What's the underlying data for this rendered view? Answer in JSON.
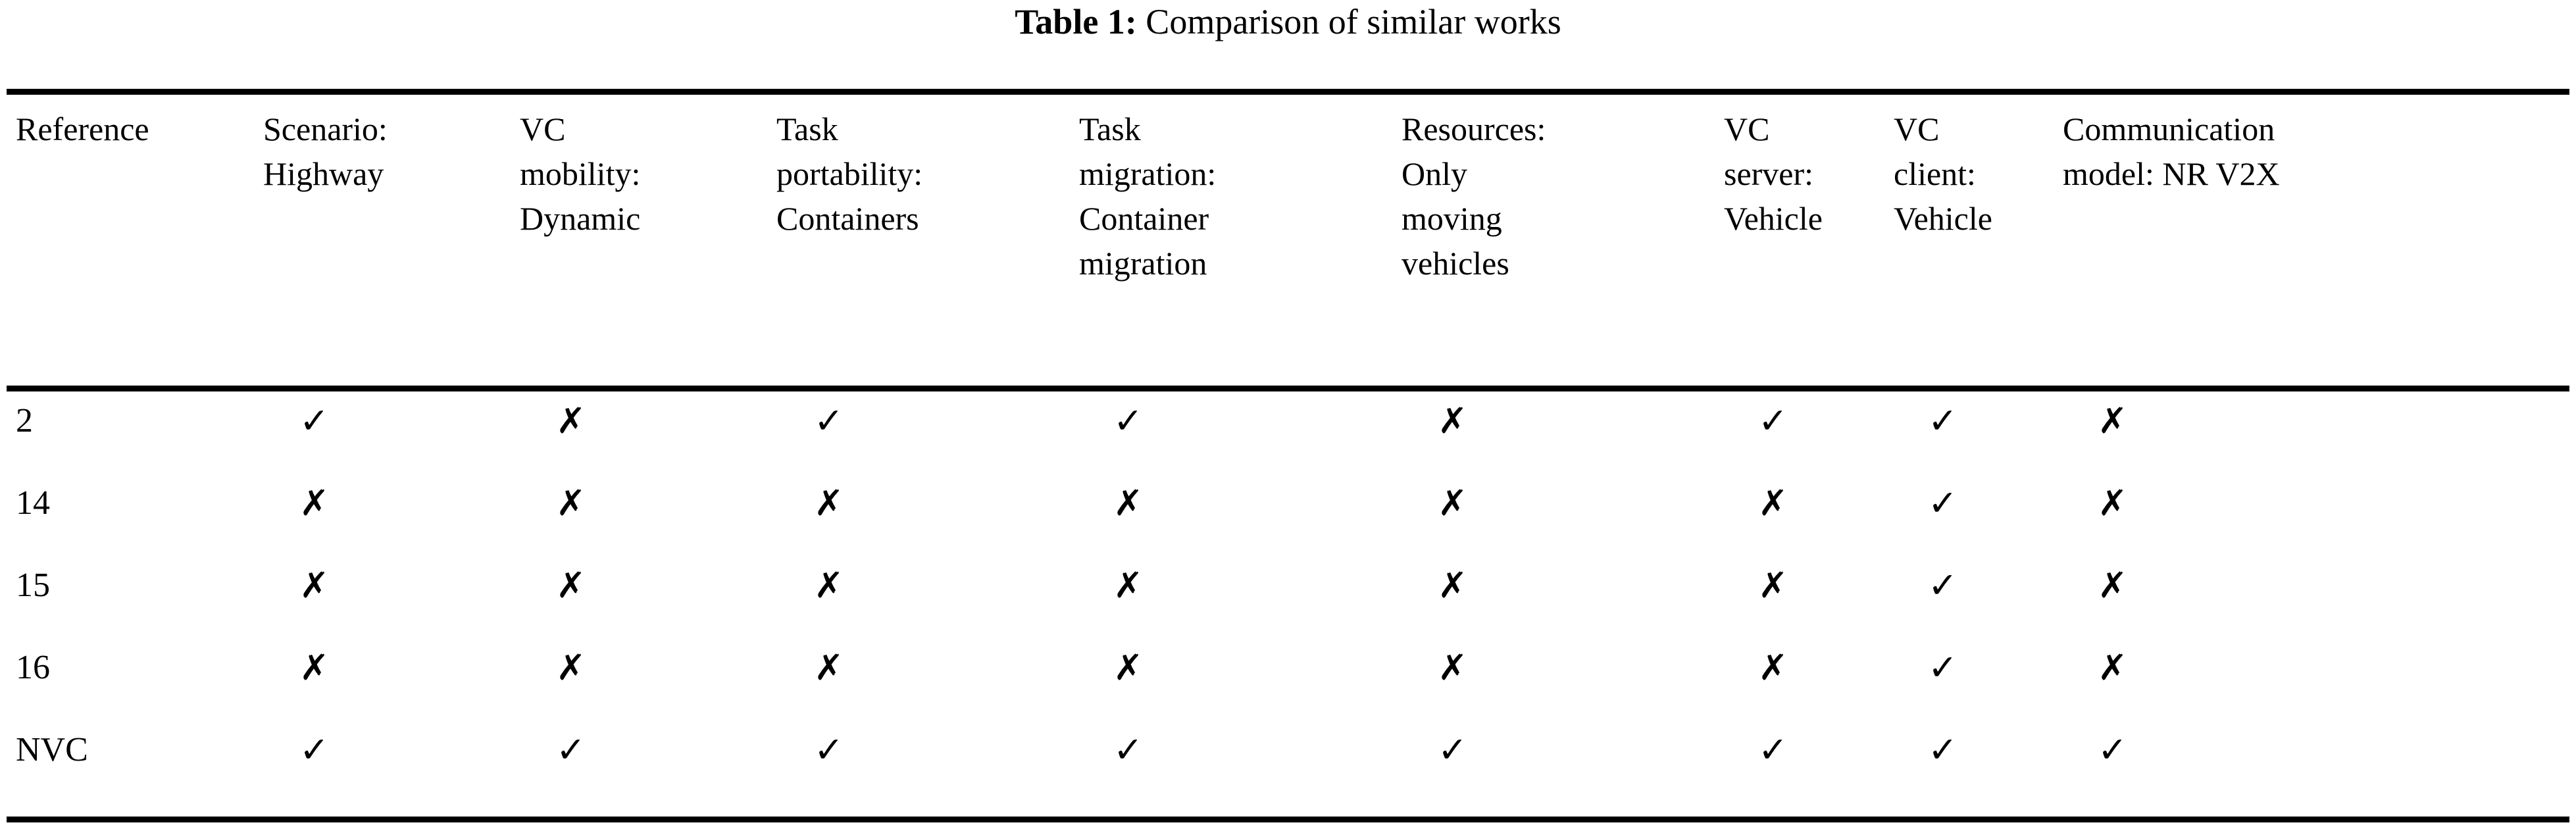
{
  "caption": {
    "label": "Table 1:",
    "text": "Comparison of similar works"
  },
  "table": {
    "headers": [
      {
        "lines": [
          "Reference"
        ]
      },
      {
        "lines": [
          "Scenario:",
          "Highway"
        ]
      },
      {
        "lines": [
          "VC",
          "mobility:",
          "Dynamic"
        ]
      },
      {
        "lines": [
          "Task",
          "portability:",
          "Containers"
        ]
      },
      {
        "lines": [
          "Task",
          "migration:",
          "Container",
          "migration"
        ]
      },
      {
        "lines": [
          "Resources:",
          "Only",
          "moving",
          "vehicles"
        ]
      },
      {
        "lines": [
          "VC",
          "server:",
          "Vehicle"
        ]
      },
      {
        "lines": [
          "VC",
          "client:",
          "Vehicle"
        ]
      },
      {
        "lines": [
          "Communication",
          "model: NR V2X"
        ]
      }
    ],
    "check_glyph": "✓",
    "cross_glyph": "✗",
    "rows": [
      {
        "reference": "2",
        "marks": [
          "check",
          "cross",
          "check",
          "check",
          "cross",
          "check",
          "check",
          "cross"
        ],
        "glyphs": [
          "✓",
          "✗",
          "✓",
          "✓",
          "✗",
          "✓",
          "✓",
          "✗"
        ]
      },
      {
        "reference": "14",
        "marks": [
          "cross",
          "cross",
          "cross",
          "cross",
          "cross",
          "cross",
          "check",
          "cross"
        ],
        "glyphs": [
          "✗",
          "✗",
          "✗",
          "✗",
          "✗",
          "✗",
          "✓",
          "✗"
        ]
      },
      {
        "reference": "15",
        "marks": [
          "cross",
          "cross",
          "cross",
          "cross",
          "cross",
          "cross",
          "check",
          "cross"
        ],
        "glyphs": [
          "✗",
          "✗",
          "✗",
          "✗",
          "✗",
          "✗",
          "✓",
          "✗"
        ]
      },
      {
        "reference": "16",
        "marks": [
          "cross",
          "cross",
          "cross",
          "cross",
          "cross",
          "cross",
          "check",
          "cross"
        ],
        "glyphs": [
          "✗",
          "✗",
          "✗",
          "✗",
          "✗",
          "✗",
          "✓",
          "✗"
        ]
      },
      {
        "reference": "NVC",
        "marks": [
          "check",
          "check",
          "check",
          "check",
          "check",
          "check",
          "check",
          "check"
        ],
        "glyphs": [
          "✓",
          "✓",
          "✓",
          "✓",
          "✓",
          "✓",
          "✓",
          "✓"
        ]
      }
    ]
  },
  "colors": {
    "text": "#000000",
    "background": "#ffffff",
    "rule": "#000000"
  }
}
